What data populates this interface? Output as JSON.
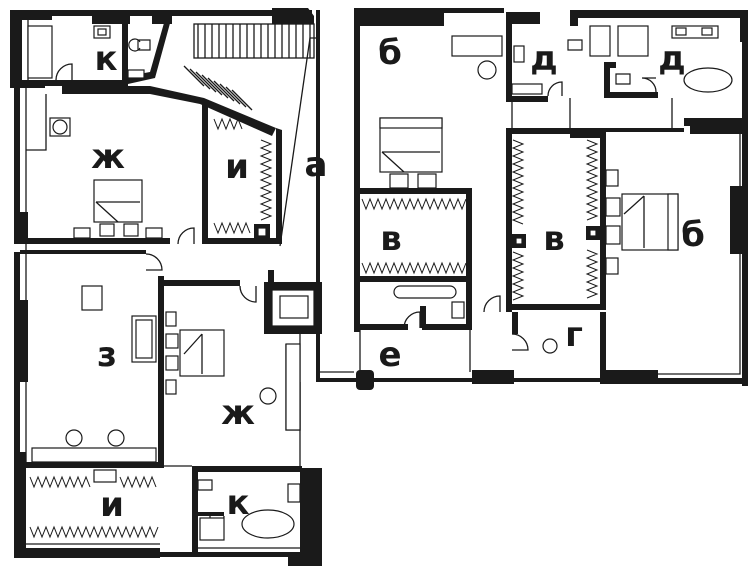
{
  "room_labels": {
    "k_top": "к",
    "zh_top": "ж",
    "i_top": "и",
    "a": "а",
    "b_top": "б",
    "d_left": "д",
    "d_right": "д",
    "v_center": "в",
    "v_right": "в",
    "b_right": "б",
    "g": "г",
    "e": "е",
    "z": "з",
    "zh_bottom": "ж",
    "i_bottom": "и",
    "k_bottom": "к"
  }
}
